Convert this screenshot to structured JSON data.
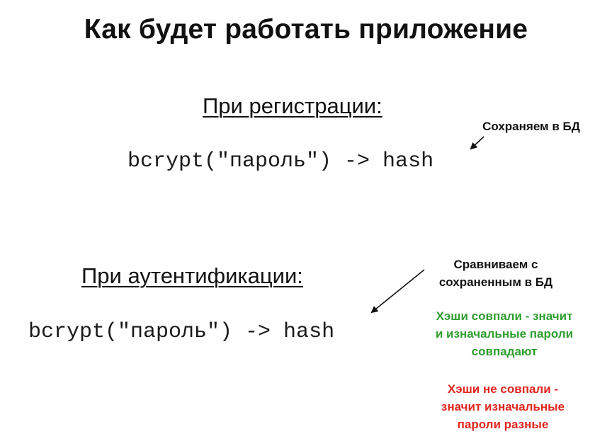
{
  "title": "Как будет работать приложение",
  "registration": {
    "heading": "При регистрации:",
    "code": "bcrypt(\"пароль\") -> hash",
    "note": "Сохраняем в БД"
  },
  "authentication": {
    "heading": "При аутентификации:",
    "code": "bcrypt(\"пароль\") -> hash",
    "note_compare": [
      "Сравниваем с",
      "сохраненным в БД"
    ],
    "note_match": [
      "Хэши совпали - значит",
      "и изначальные пароли",
      "совпадают"
    ],
    "note_mismatch": [
      "Хэши не совпали -",
      "значит изначальные",
      "пароли разные"
    ]
  },
  "colors": {
    "match": "#2f9e2f",
    "mismatch": "#e0261f"
  }
}
